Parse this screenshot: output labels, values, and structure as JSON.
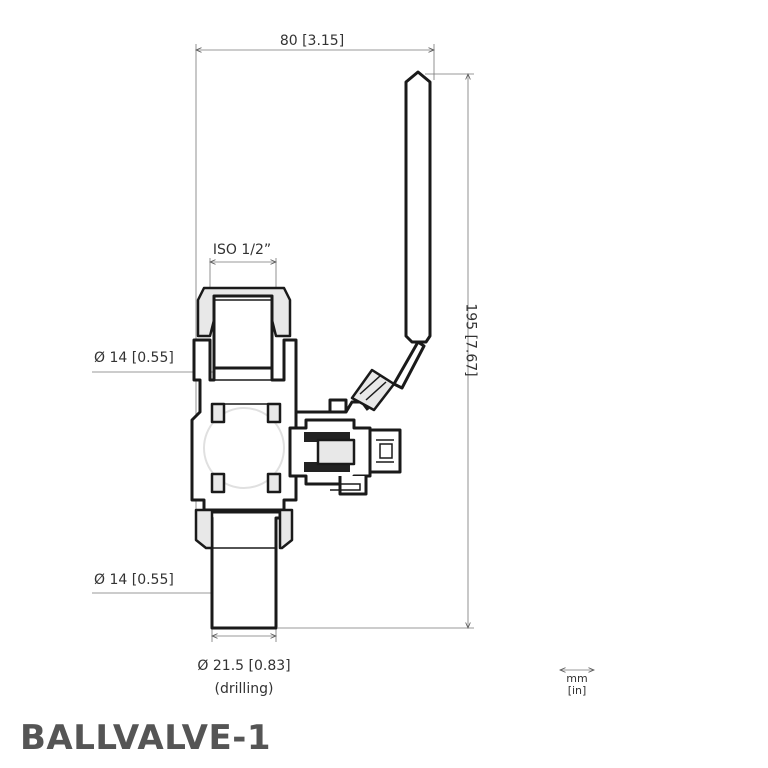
{
  "drawing": {
    "width_dim": "80 [3.15]",
    "height_dim": "195 [7.67]",
    "thread_label": "ISO 1/2”",
    "bore_top": "Ø 14 [0.55]",
    "bore_bottom": "Ø 14 [0.55]",
    "drilling_dim": "Ø 21.5 [0.83]",
    "drilling_note": "(drilling)",
    "units_top": "mm",
    "units_bottom": "[in]"
  },
  "title": "BALLVALVE-1"
}
